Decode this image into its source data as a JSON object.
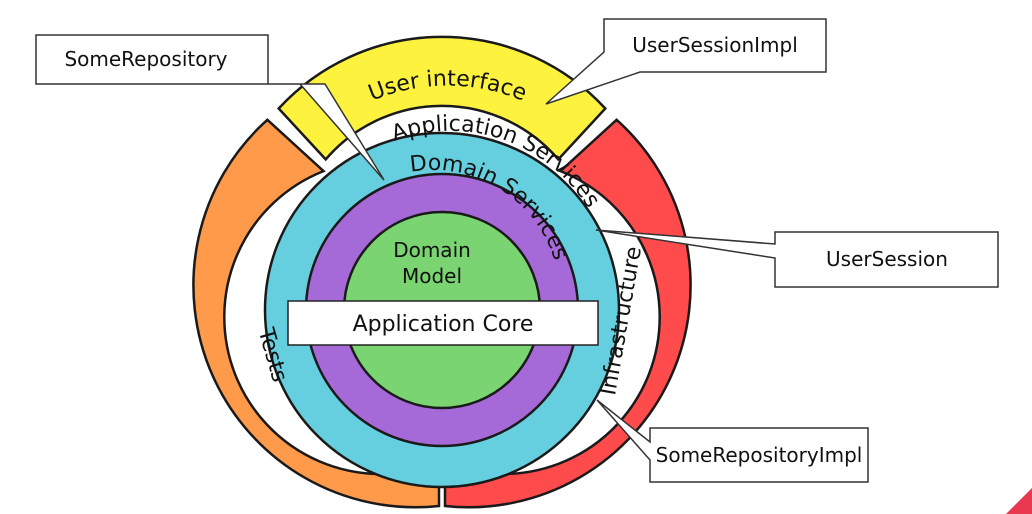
{
  "layers": {
    "user_interface": "User interface",
    "application_services": "Application Services",
    "domain_services": "Domain Services",
    "domain_model_line1": "Domain",
    "domain_model_line2": "Model",
    "tests": "Tests",
    "infrastructure": "Infrastructure",
    "application_core": "Application Core"
  },
  "callouts": {
    "some_repository": "SomeRepository",
    "user_session_impl": "UserSessionImpl",
    "user_session": "UserSession",
    "some_repository_impl": "SomeRepositoryImpl"
  },
  "colors": {
    "user_interface": "#FDF23E",
    "tests": "#FF9A4A",
    "infrastructure": "#FF4B4B",
    "application_services": "#66CFDF",
    "domain_services": "#A66AD8",
    "domain_model": "#7AD472",
    "corner_accent": "#E8384F"
  }
}
